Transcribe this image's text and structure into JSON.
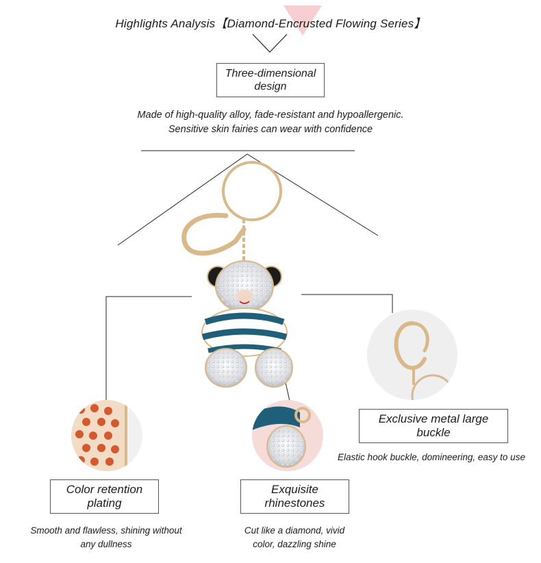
{
  "header": {
    "title": "Highlights Analysis【Diamond-Encrusted Flowing Series】"
  },
  "features": [
    {
      "label_line1": "Three-dimensional",
      "label_line2": "design",
      "desc_line1": "Made of high-quality alloy, fade-resistant and hypoallergenic.",
      "desc_line2": "Sensitive skin fairies can wear with confidence"
    },
    {
      "label_line1": "Exclusive metal large",
      "label_line2": "buckle",
      "desc_line1": "Elastic hook buckle, domineering, easy to use"
    },
    {
      "label_line1": "Color retention",
      "label_line2": "plating",
      "desc_line1": "Smooth and flawless, shining without",
      "desc_line2": "any dullness"
    },
    {
      "label_line1": "Exquisite",
      "label_line2": "rhinestones",
      "desc_line1": "Cut like a diamond, vivid",
      "desc_line2": "color, dazzling shine"
    }
  ],
  "colors": {
    "accent_pink": "#f6c9cc",
    "gold": "#d9b98a",
    "stripe_blue": "#1f5f7a",
    "line": "#222222"
  },
  "icons": [
    "bear-keychain-icon",
    "lobster-clasp-icon",
    "plating-closeup-icon",
    "rhinestone-closeup-icon"
  ]
}
